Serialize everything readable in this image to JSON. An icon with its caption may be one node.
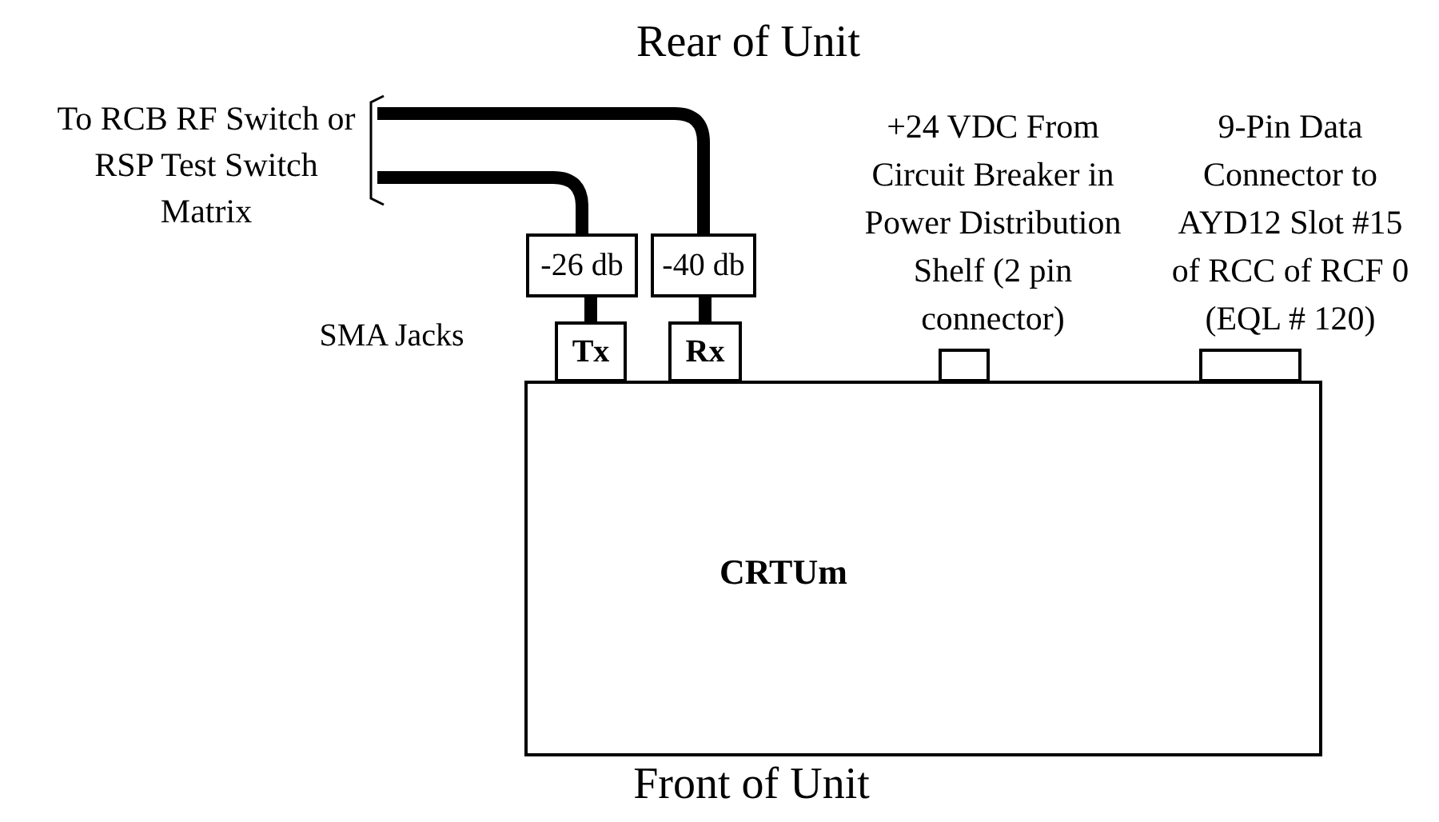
{
  "diagram": {
    "nodes": [
      {
        "text": [
          "CRTUm"
        ],
        "beside": [
          "Front of Unit"
        ]
      },
      {
        "text": [
          "Tx"
        ]
      },
      {
        "text": [
          "Rx"
        ]
      },
      {
        "text": [
          "-26 db"
        ]
      },
      {
        "text": [
          "-40 db"
        ]
      },
      {
        "text": [
          "To RCB RF Switch or RSP Test Switch Matrix"
        ]
      },
      {
        "text": [],
        "shape": "box",
        "beside": [
          "+24 VDC From Circuit Breaker in Power Distribution Shelf (2 pin connector)"
        ]
      },
      {
        "text": [],
        "shape": "box",
        "beside": [
          "9-Pin Data Connector to AYD12 Slot #15 of RCC of RCF 0 (EQL # 120)"
        ]
      }
    ],
    "edges": [
      {
        "from": 5,
        "to": 4,
        "arrow": "none"
      },
      {
        "from": 5,
        "to": 3,
        "arrow": "none"
      },
      {
        "from": 3,
        "to": 1,
        "arrow": "none"
      },
      {
        "from": 4,
        "to": 2,
        "arrow": "none"
      }
    ],
    "labels": [
      "Rear of Unit",
      "SMA Jacks"
    ]
  }
}
